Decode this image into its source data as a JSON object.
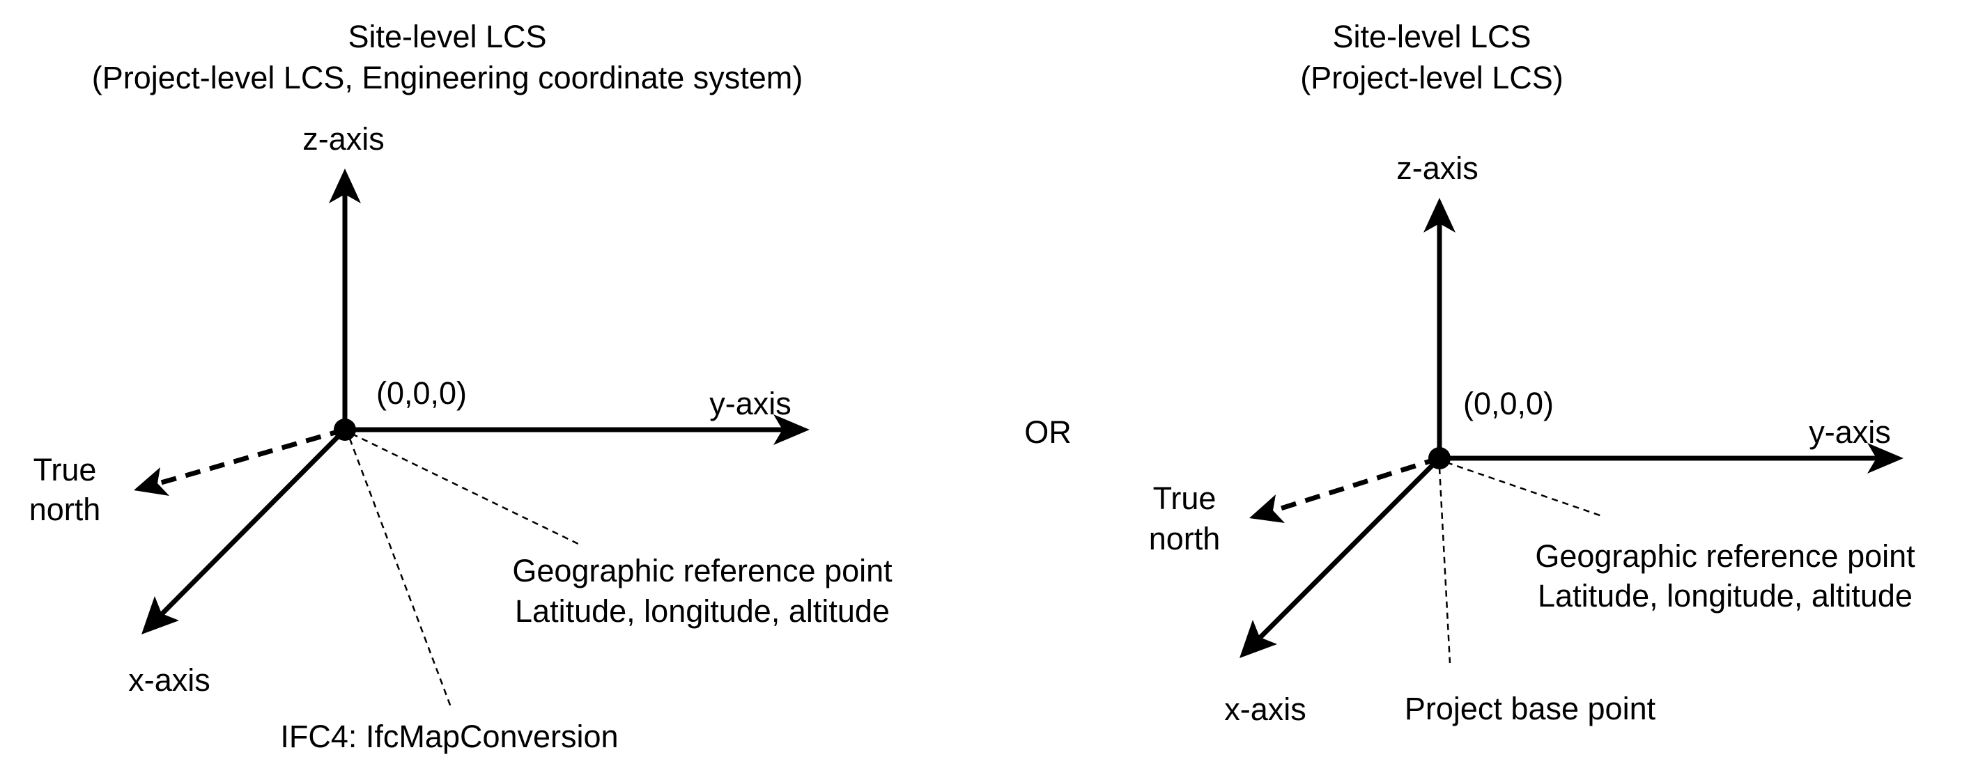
{
  "left_panel": {
    "title_line1": "Site-level LCS",
    "title_line2": "(Project-level LCS, Engineering coordinate system)",
    "z_axis": "z-axis",
    "y_axis": "y-axis",
    "x_axis": "x-axis",
    "origin": "(0,0,0)",
    "true_north_line1": "True",
    "true_north_line2": "north",
    "geo_ref_line1": "Geographic reference point",
    "geo_ref_line2": "Latitude, longitude, altitude",
    "map_conversion": "IFC4: IfcMapConversion"
  },
  "separator": "OR",
  "right_panel": {
    "title_line1": "Site-level LCS",
    "title_line2": "(Project-level LCS)",
    "z_axis": "z-axis",
    "y_axis": "y-axis",
    "x_axis": "x-axis",
    "origin": "(0,0,0)",
    "true_north_line1": "True",
    "true_north_line2": "north",
    "geo_ref_line1": "Geographic reference point",
    "geo_ref_line2": "Latitude, longitude, altitude",
    "base_point": "Project base point"
  }
}
